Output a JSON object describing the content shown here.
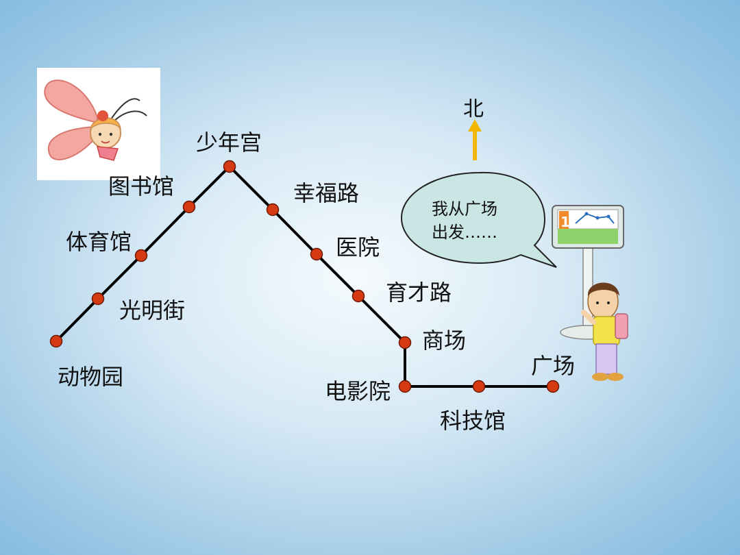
{
  "north": {
    "label": "北"
  },
  "speech": {
    "line1": "我从广场",
    "line2": "出发……"
  },
  "route_stops": [
    {
      "name": "动物园"
    },
    {
      "name": "光明街"
    },
    {
      "name": "体育馆"
    },
    {
      "name": "图书馆"
    },
    {
      "name": "少年宫"
    },
    {
      "name": "幸福路"
    },
    {
      "name": "医院"
    },
    {
      "name": "育才路"
    },
    {
      "name": "商场"
    },
    {
      "name": "电影院"
    },
    {
      "name": "科技馆"
    },
    {
      "name": "广场"
    }
  ],
  "sign": {
    "number": "1"
  },
  "colors": {
    "route_line": "#000000",
    "stop_fill": "#d63a12",
    "north_arrow": "#f2b705",
    "bubble_fill": "#c9e6e4"
  }
}
